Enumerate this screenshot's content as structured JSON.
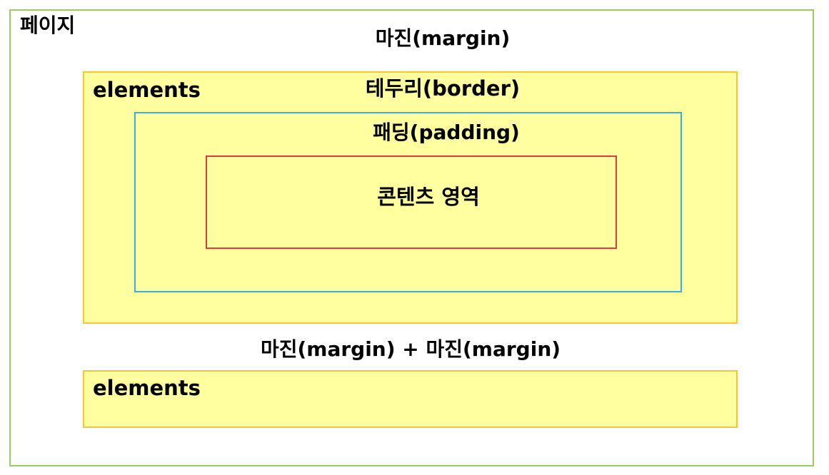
{
  "page": {
    "label": "페이지"
  },
  "margin": {
    "label": "마진(margin)"
  },
  "element_1": {
    "label": "elements"
  },
  "border": {
    "label": "테두리(border)"
  },
  "padding": {
    "label": "패딩(padding)"
  },
  "content": {
    "label": "콘텐츠 영역"
  },
  "margin_sum": {
    "label": "마진(margin) + 마진(margin)"
  },
  "element_2": {
    "label": "elements"
  },
  "colors": {
    "page_border": "#9acd62",
    "element_fill": "#ffff9f",
    "element_border": "#f5c43a",
    "padding_border": "#3aaee0",
    "content_border": "#e23a3a"
  }
}
